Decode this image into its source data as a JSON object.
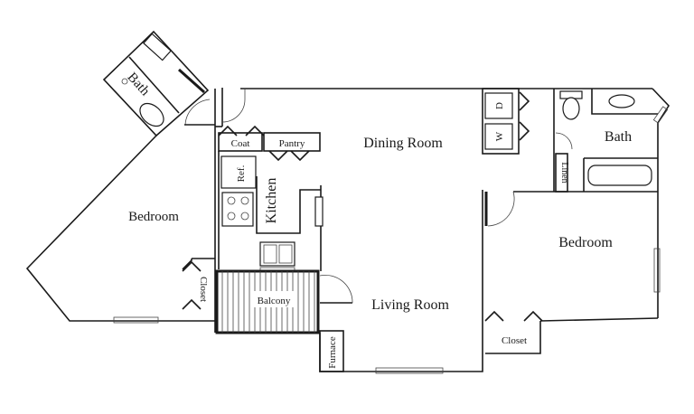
{
  "rooms": {
    "bath_left": "Bath",
    "bedroom_left": "Bedroom",
    "closet_left": "Closet",
    "coat": "Coat",
    "pantry": "Pantry",
    "kitchen": "Kitchen",
    "ref": "Ref.",
    "balcony": "Balcony",
    "furnace": "Furnace",
    "dining_room": "Dining Room",
    "living_room": "Living Room",
    "dryer": "D",
    "washer": "W",
    "linen": "Linen",
    "bath_right": "Bath",
    "bedroom_right": "Bedroom",
    "closet_right": "Closet"
  },
  "colors": {
    "line": "#1a1a1a",
    "background": "#ffffff"
  }
}
